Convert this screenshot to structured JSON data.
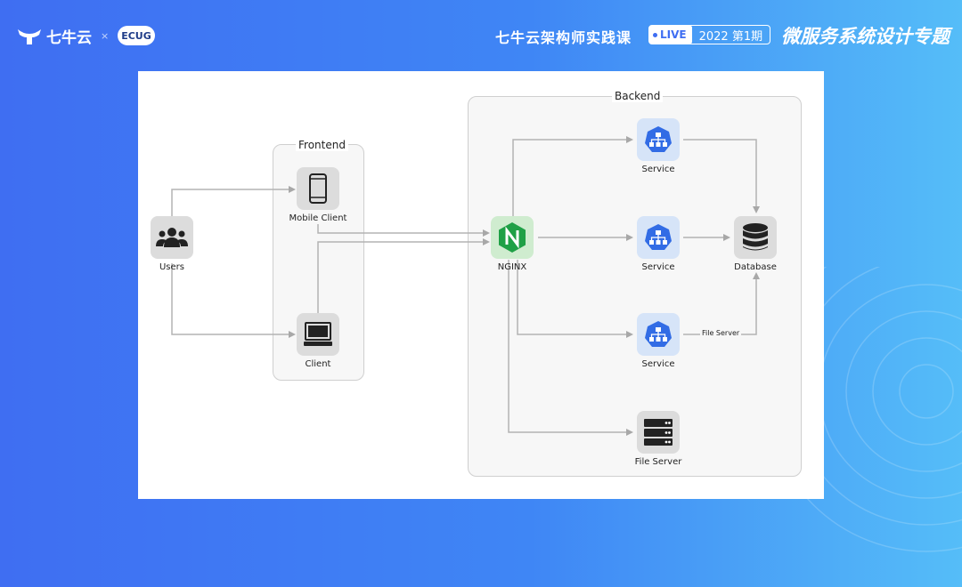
{
  "header": {
    "brand": "七牛云",
    "times": "×",
    "partner": "ECUG",
    "series_title": "七牛云架构师实践课",
    "live_badge": "LIVE",
    "period": "2022 第1期",
    "topic": "微服务系统设计专题"
  },
  "diagram": {
    "groups": {
      "frontend": "Frontend",
      "backend": "Backend"
    },
    "nodes": {
      "users": "Users",
      "mobile_client": "Mobile Client",
      "client": "Client",
      "nginx": "NGINX",
      "service_top": "Service",
      "service_mid": "Service",
      "service_bottom": "Service",
      "database": "Database",
      "file_server": "File Server"
    },
    "edge_labels": {
      "service_to_db": "File Server"
    }
  },
  "colors": {
    "bg_start": "#3f6ef2",
    "bg_end": "#55bdf8",
    "nginx_green": "#1fa046",
    "k8s_blue": "#326ce5",
    "edge": "#b0b0b0"
  }
}
